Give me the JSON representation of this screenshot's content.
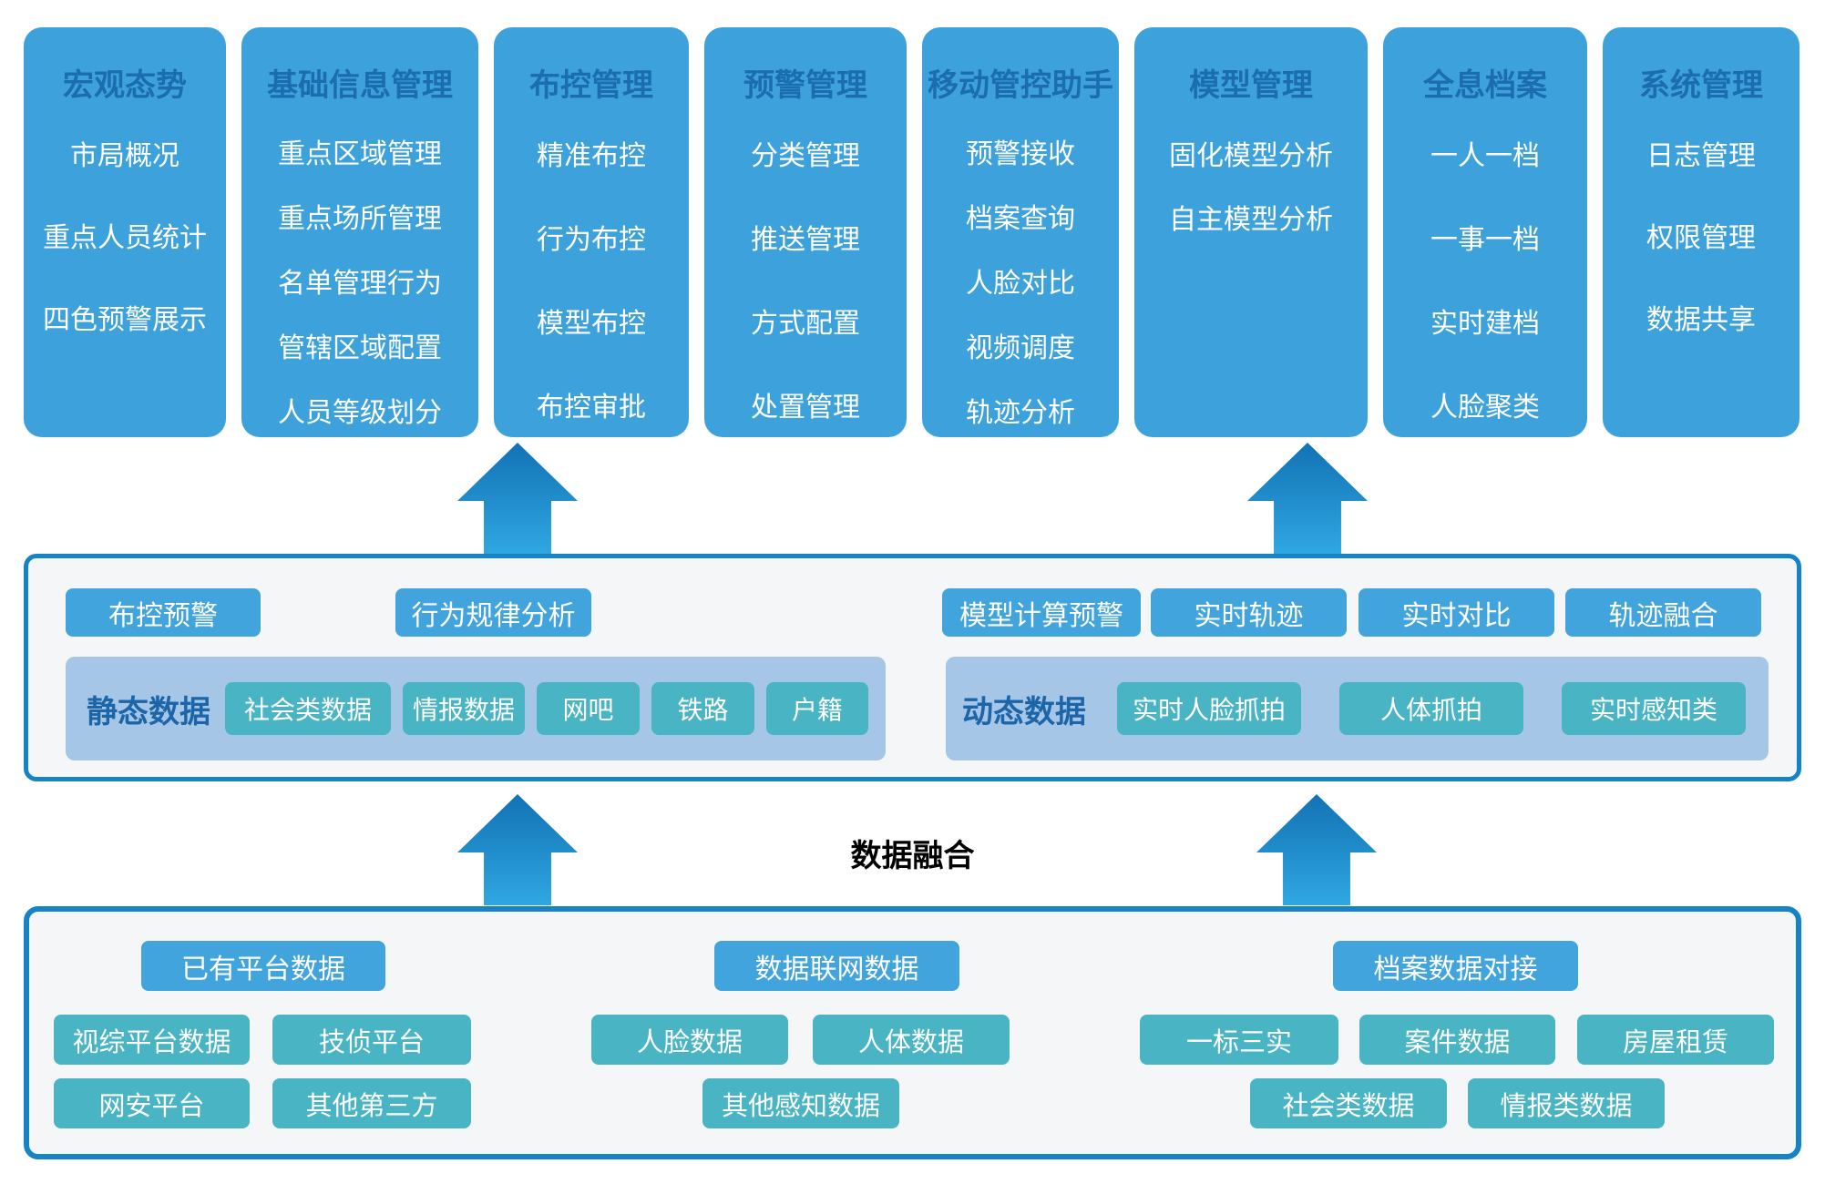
{
  "modules": [
    {
      "title": "宏观态势",
      "items": [
        "市局概况",
        "重点人员统计",
        "四色预警展示"
      ]
    },
    {
      "title": "基础信息管理",
      "items": [
        "重点区域管理",
        "重点场所管理",
        "名单管理行为",
        "管辖区域配置",
        "人员等级划分"
      ]
    },
    {
      "title": "布控管理",
      "items": [
        "精准布控",
        "行为布控",
        "模型布控",
        "布控审批"
      ]
    },
    {
      "title": "预警管理",
      "items": [
        "分类管理",
        "推送管理",
        "方式配置",
        "处置管理"
      ]
    },
    {
      "title": "移动管控助手",
      "items": [
        "预警接收",
        "档案查询",
        "人脸对比",
        "视频调度",
        "轨迹分析"
      ]
    },
    {
      "title": "模型管理",
      "items": [
        "固化模型分析",
        "自主模型分析"
      ]
    },
    {
      "title": "全息档案",
      "items": [
        "一人一档",
        "一事一档",
        "实时建档",
        "人脸聚类"
      ]
    },
    {
      "title": "系统管理",
      "items": [
        "日志管理",
        "权限管理",
        "数据共享"
      ]
    }
  ],
  "analysis_layer": {
    "left_tags": [
      "布控预警",
      "行为规律分析"
    ],
    "right_tags": [
      "模型计算预警",
      "实时轨迹",
      "实时对比",
      "轨迹融合"
    ],
    "static_group": {
      "label": "静态数据",
      "tags": [
        "社会类数据",
        "情报数据",
        "网吧",
        "铁路",
        "户籍"
      ]
    },
    "dynamic_group": {
      "label": "动态数据",
      "tags": [
        "实时人脸抓拍",
        "人体抓拍",
        "实时感知类"
      ]
    }
  },
  "fusion_label": "数据融合",
  "source_layer": {
    "groups": [
      {
        "header": "已有平台数据",
        "row1": [
          "视综平台数据",
          "技侦平台"
        ],
        "row2": [
          "网安平台",
          "其他第三方"
        ]
      },
      {
        "header": "数据联网数据",
        "row1": [
          "人脸数据",
          "人体数据"
        ],
        "row2": [
          "其他感知数据"
        ]
      },
      {
        "header": "档案数据对接",
        "row1": [
          "一标三实",
          "案件数据",
          "房屋租赁"
        ],
        "row2": [
          "社会类数据",
          "情报类数据"
        ]
      }
    ]
  },
  "colors": {
    "card_bg": "#3da2db",
    "card_title": "#1b6db0",
    "tag_blue": "#42a4dc",
    "tag_teal": "#49b5c4",
    "strip_bg": "#a6c6e8",
    "strip_label": "#1b65a8",
    "box_border": "#1583c6",
    "box_bg": "#f4f6f8",
    "arrow_top": "#1272b4",
    "arrow_bottom": "#2fa7e2"
  }
}
